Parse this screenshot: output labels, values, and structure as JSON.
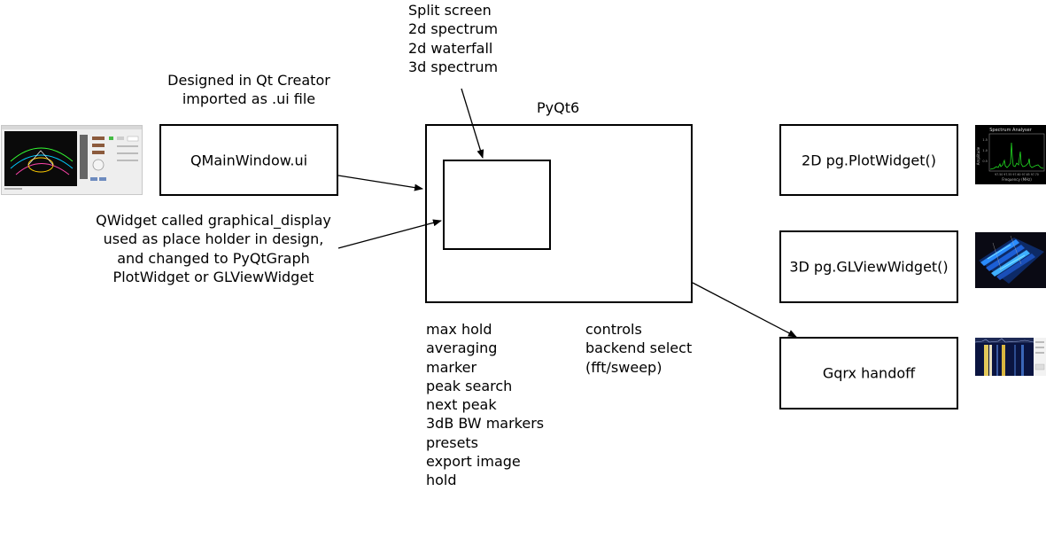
{
  "designer_note": [
    "Designed in Qt Creator",
    "imported as .ui file"
  ],
  "split_note": [
    "Split screen",
    "2d spectrum",
    "2d waterfall",
    "3d spectrum"
  ],
  "placeholder_note": [
    "QWidget called graphical_display",
    "used as place holder in design,",
    "and changed to PyQtGraph",
    "PlotWidget or GLViewWidget"
  ],
  "main_window_box": "QMainWindow.ui",
  "pyqt6_label": "PyQt6",
  "features_list": [
    "max hold",
    "averaging",
    "marker",
    "peak search",
    "next peak",
    "3dB BW markers",
    "presets",
    "export image",
    "hold"
  ],
  "controls_list": [
    "controls",
    "backend select",
    "(fft/sweep)"
  ],
  "plot2d_box": "2D pg.PlotWidget()",
  "gl3d_box": "3D pg.GLViewWidget()",
  "gqrx_box": "Gqrx handoff",
  "thumb_spectrum": {
    "title": "Spectrum Analyser",
    "ylabel": "Amplitude",
    "xlabel": "Frequency (MHz)",
    "xticks": "97.50 97.55 97.60 97.65 97.70",
    "yticks": [
      "1.5",
      "1.0",
      "0.5"
    ]
  },
  "colors": {
    "stroke": "#000000",
    "spectrum_bg": "#000000",
    "spectrum_trace": "#22dd22"
  }
}
